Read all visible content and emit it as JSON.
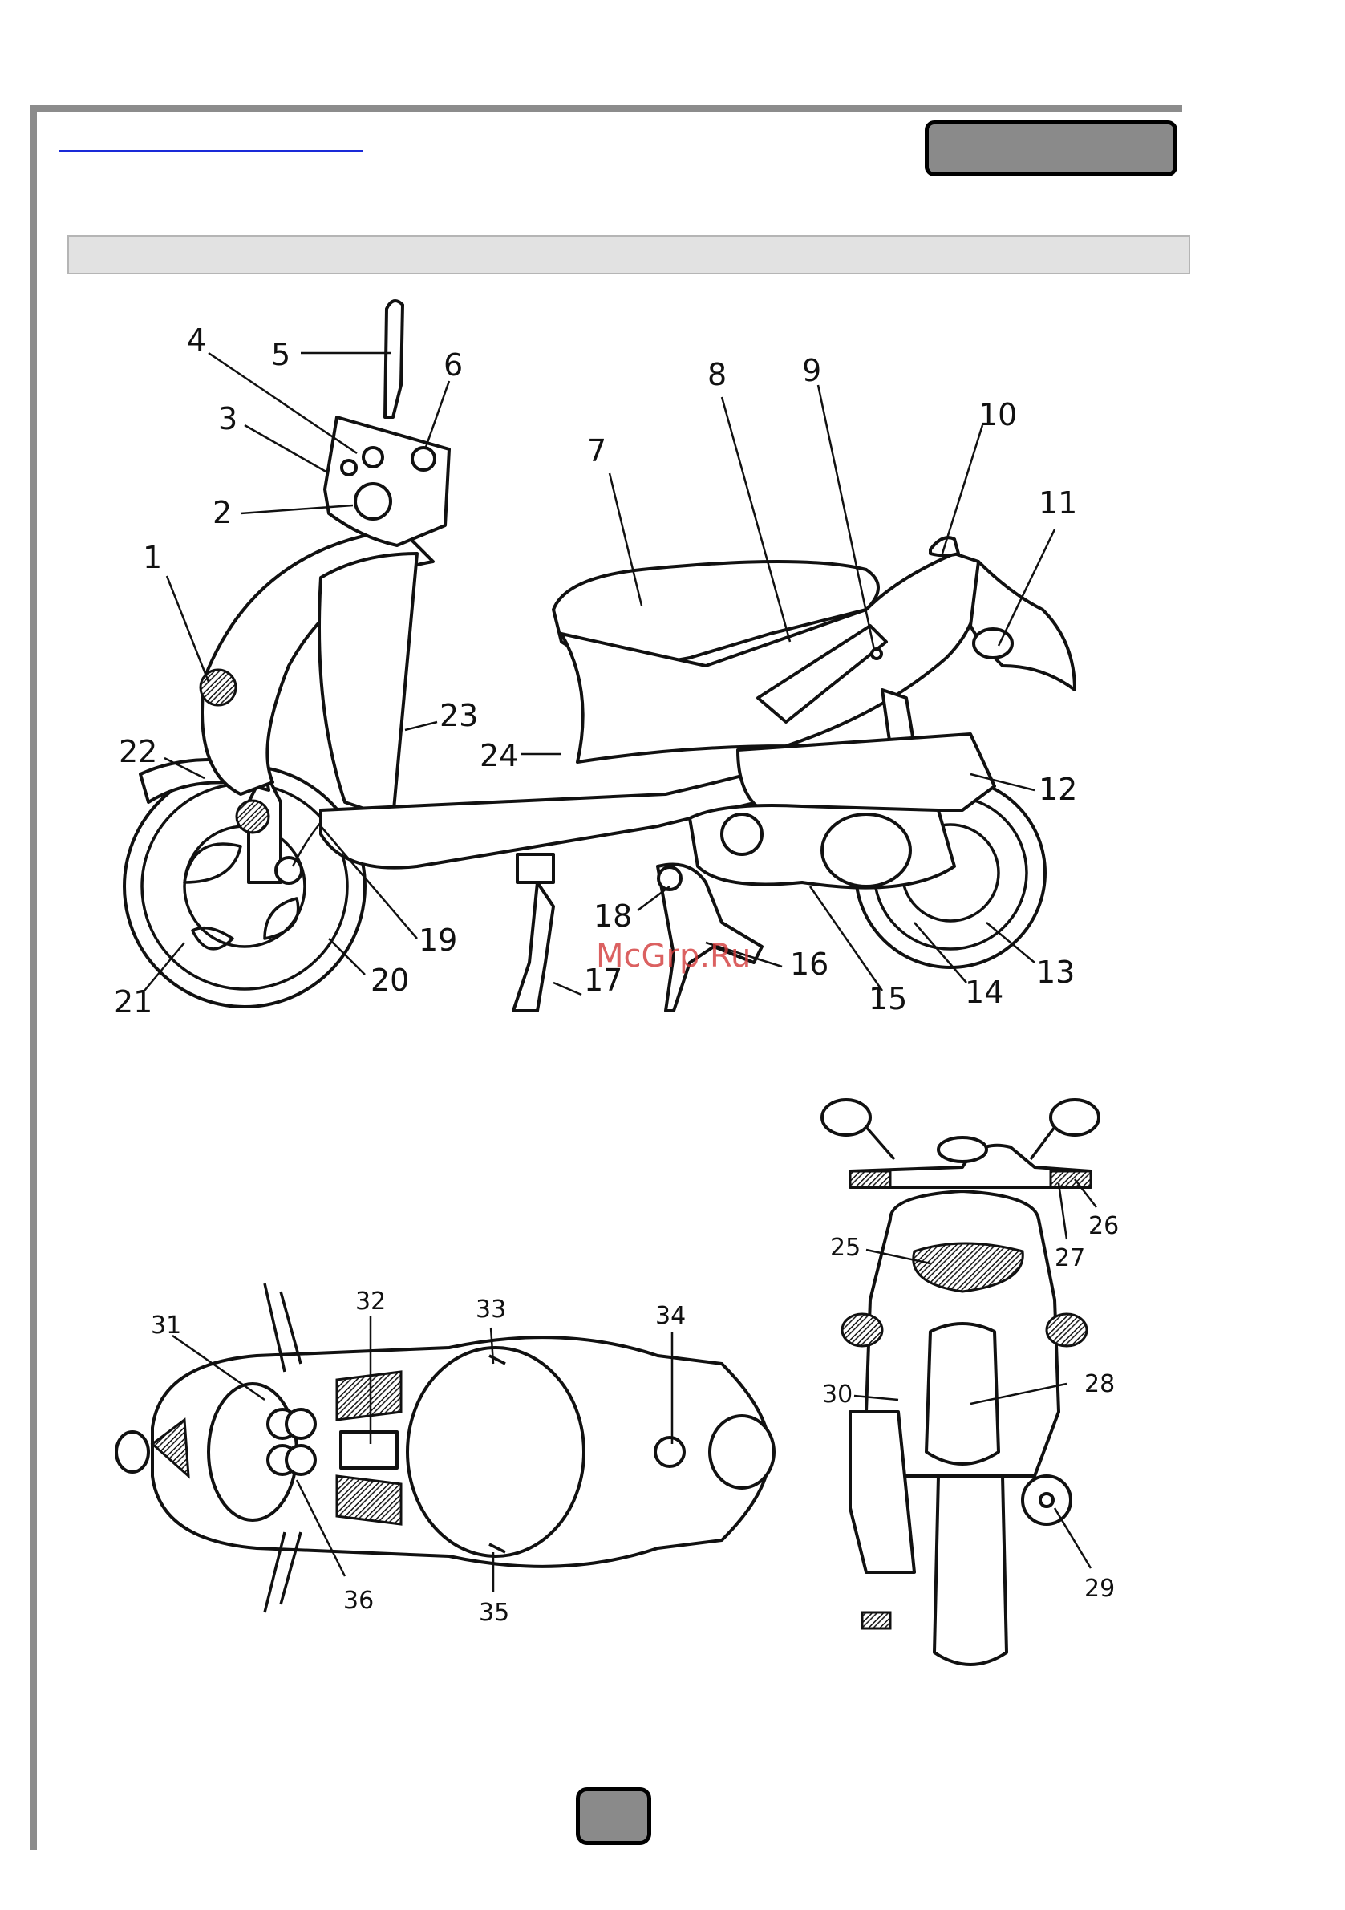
{
  "watermark": "McGrp.Ru",
  "side_view_labels": [
    "1",
    "2",
    "3",
    "4",
    "5",
    "6",
    "7",
    "8",
    "9",
    "10",
    "11",
    "12",
    "13",
    "14",
    "15",
    "16",
    "17",
    "18",
    "19",
    "20",
    "21",
    "22",
    "23",
    "24"
  ],
  "front_view_labels": [
    "25",
    "26",
    "27",
    "28",
    "29",
    "30"
  ],
  "top_view_labels": [
    "31",
    "32",
    "33",
    "34",
    "35",
    "36"
  ]
}
